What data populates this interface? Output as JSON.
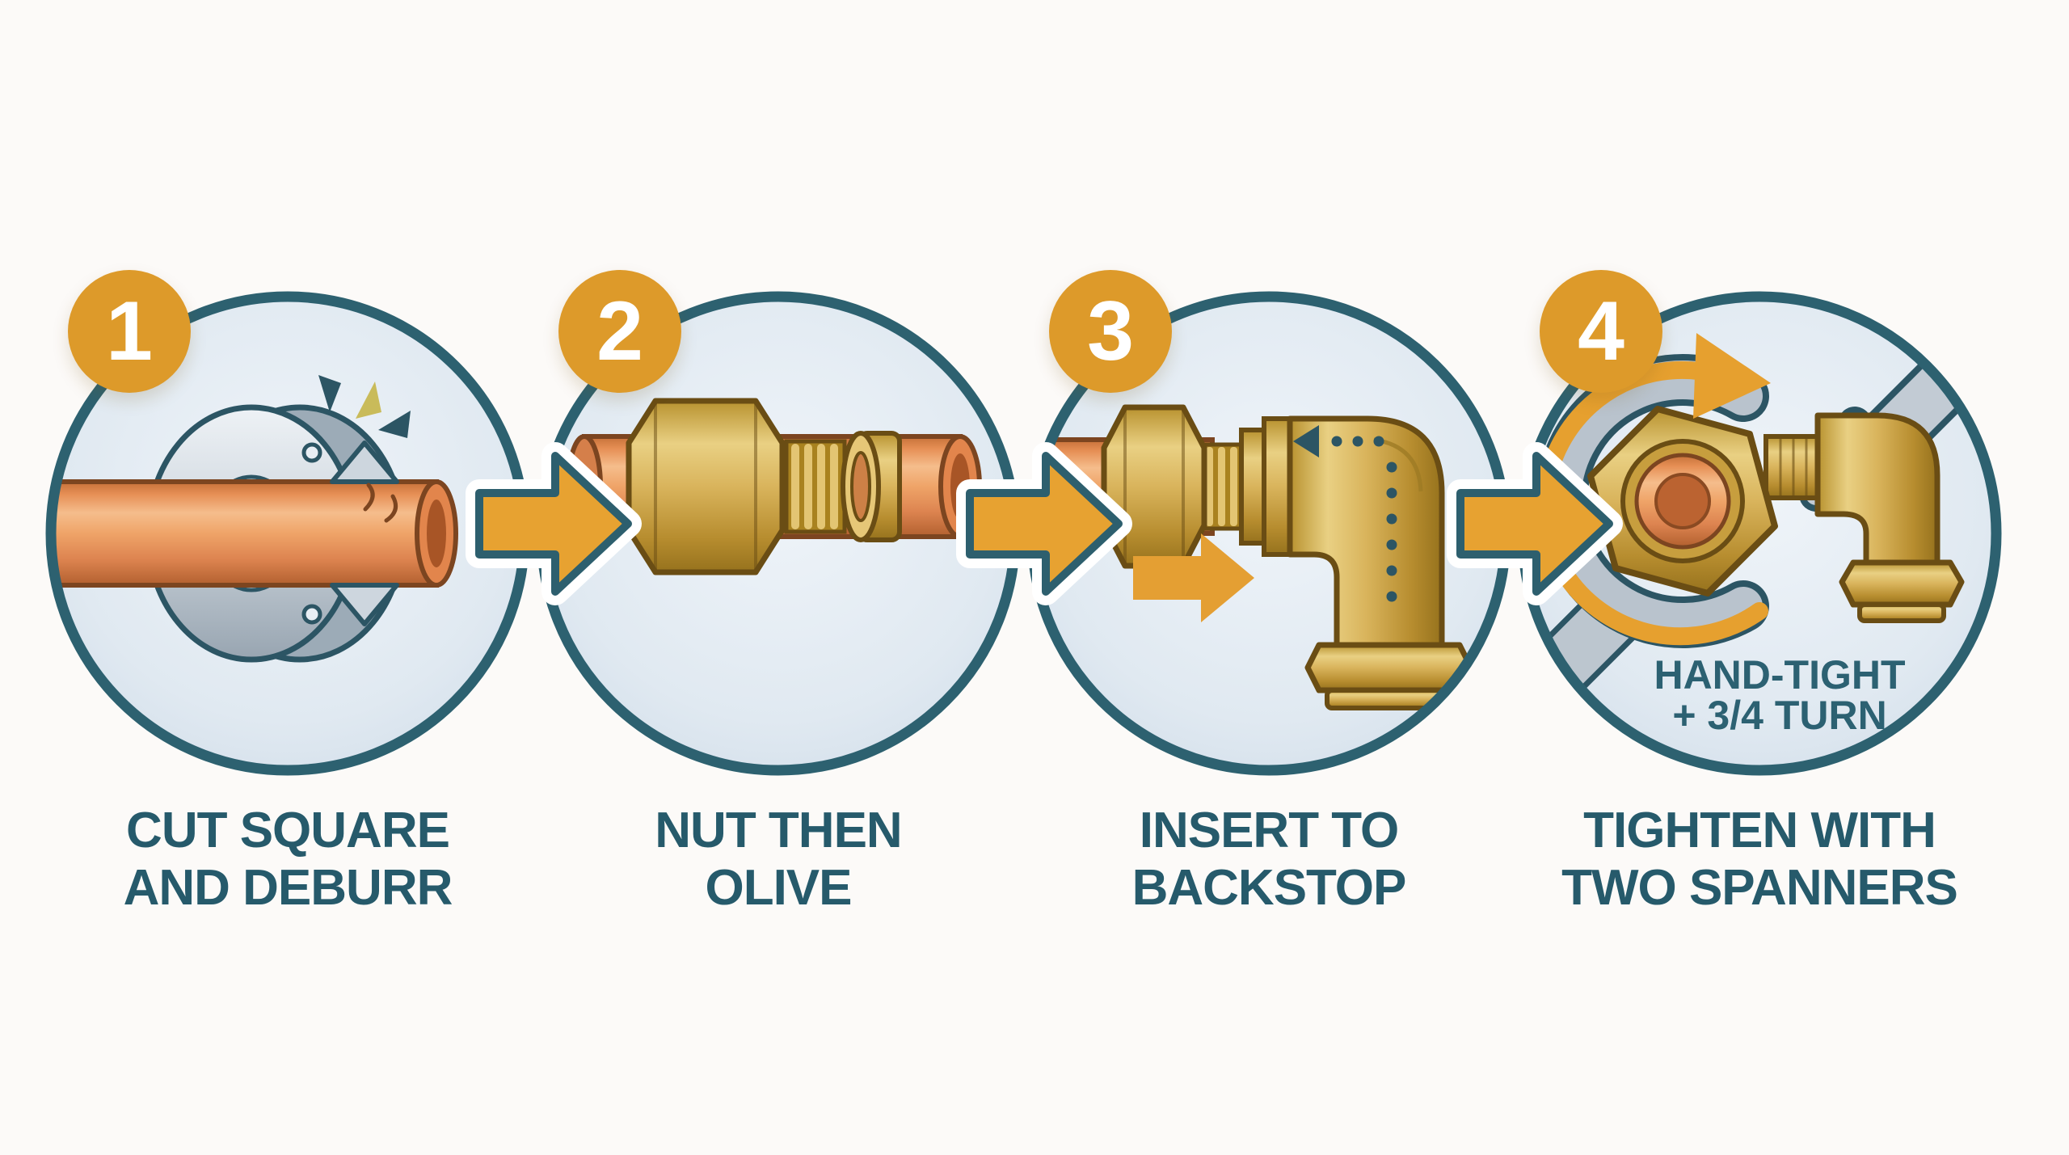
{
  "page": {
    "background": "#fcfaf8"
  },
  "colors": {
    "accent_orange": "#e7a231",
    "outline_teal": "#2d6170",
    "circle_fill": "#dfe8f1",
    "label_text": "#265a6b",
    "copper": "#eb9a60",
    "brass": "#d9b45c",
    "steel": "#c6cfd8",
    "badge_orange": "#dd9a2a",
    "spark_yellow": "#c9bb5a",
    "white_halo": "#ffffff"
  },
  "icons": {
    "step1_illustration": "pipe-cutter-cutting-copper-pipe-icon",
    "step2_illustration": "compression-nut-and-olive-on-pipe-icon",
    "step3_illustration": "pipe-inserted-into-elbow-backstop-icon",
    "step4_illustration": "spanner-tightening-compression-elbow-icon",
    "connector": "right-arrow-icon",
    "insert_arrow": "right-arrow-icon",
    "rotation_arrow": "clockwise-rotation-arrow-icon",
    "backstop_guide": "dotted-insertion-depth-guide-icon",
    "sparks": "cut-spark-marks-icon"
  },
  "steps": [
    {
      "number": "1",
      "label": [
        "CUT SQUARE",
        "AND DEBURR"
      ]
    },
    {
      "number": "2",
      "label": [
        "NUT THEN",
        "OLIVE"
      ]
    },
    {
      "number": "3",
      "label": [
        "INSERT TO",
        "BACKSTOP"
      ]
    },
    {
      "number": "4",
      "label": [
        "TIGHTEN WITH",
        "TWO SPANNERS"
      ],
      "note": [
        "HAND-TIGHT",
        "+ 3/4 TURN"
      ]
    }
  ]
}
